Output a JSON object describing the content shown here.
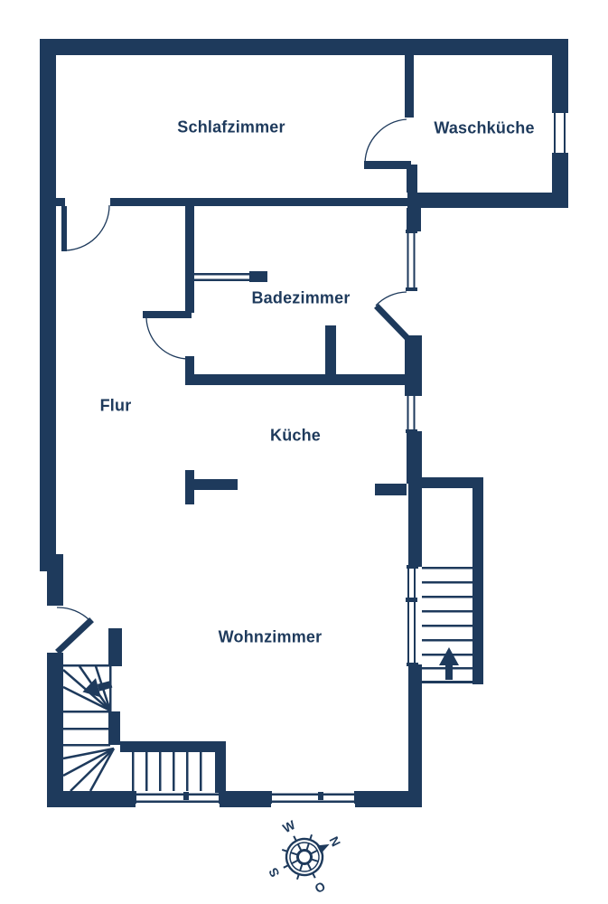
{
  "plan": {
    "rooms": {
      "schlafzimmer": "Schlafzimmer",
      "waschkueche": "Waschküche",
      "badezimmer": "Badezimmer",
      "flur": "Flur",
      "kueche": "Küche",
      "wohnzimmer": "Wohnzimmer"
    },
    "compass": {
      "north": "N",
      "east": "O",
      "south": "S",
      "west": "W"
    },
    "colors": {
      "wall": "#1e3a5c",
      "background": "#ffffff"
    }
  }
}
